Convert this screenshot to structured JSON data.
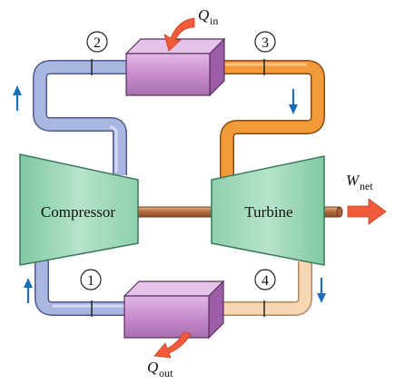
{
  "diagram": {
    "components": {
      "compressor_label": "Compressor",
      "turbine_label": "Turbine"
    },
    "states": [
      "1",
      "2",
      "3",
      "4"
    ],
    "heat_in": {
      "symbol": "Q",
      "subscript": "in"
    },
    "heat_out": {
      "symbol": "Q",
      "subscript": "out"
    },
    "work_net": {
      "symbol": "W",
      "subscript": "net"
    },
    "colors": {
      "compressor_fill": "#a8dcc0",
      "turbine_fill": "#a8dcc0",
      "heat_exchanger_fill": "#c98ccf",
      "cold_pipe": "#aab6e2",
      "hot_pipe": "#f29a3a",
      "warm_pipe": "#f7d7b2",
      "shaft": "#c77f4a",
      "arrow_flow": "#1b6fb8",
      "arrow_heat_work": "#f15a3a"
    }
  }
}
